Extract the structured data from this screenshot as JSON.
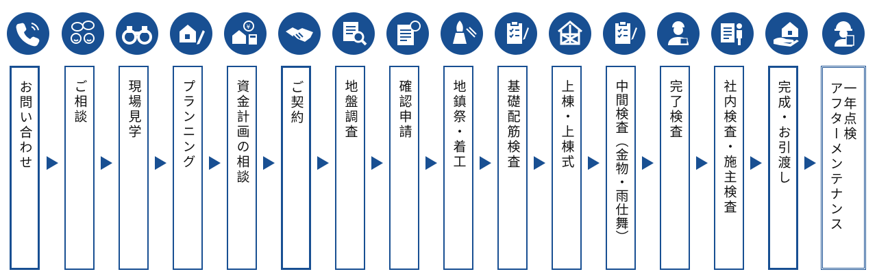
{
  "steps": [
    {
      "label": "お問い合わせ",
      "icon": "phone-icon",
      "border": "bold"
    },
    {
      "label": "ご相談",
      "icon": "chat-faces-icon",
      "border": "normal"
    },
    {
      "label": "現場見学",
      "icon": "binoculars-icon",
      "border": "normal"
    },
    {
      "label": "プランニング",
      "icon": "house-plan-pencil-icon",
      "border": "normal"
    },
    {
      "label": "資金計画の相談",
      "icon": "house-money-calculator-icon",
      "border": "normal"
    },
    {
      "label": "ご契約",
      "icon": "handshake-icon",
      "border": "bold"
    },
    {
      "label": "地盤調査",
      "icon": "document-magnifier-icon",
      "border": "normal"
    },
    {
      "label": "確認申請",
      "icon": "document-stamp-icon",
      "border": "normal"
    },
    {
      "label": "地鎮祭・着工",
      "icon": "ground-breaking-icon",
      "border": "normal"
    },
    {
      "label": "基礎配筋検査",
      "icon": "clipboard-check-icon",
      "border": "normal"
    },
    {
      "label": "上棟・上棟式",
      "icon": "house-frame-icon",
      "border": "normal"
    },
    {
      "label": "中間検査（金物・雨仕舞）",
      "icon": "clipboard-check-icon",
      "border": "normal"
    },
    {
      "label": "完了検査",
      "icon": "inspector-icon",
      "border": "normal"
    },
    {
      "label": "社内検査・施主検査",
      "icon": "document-person-icon",
      "border": "normal"
    },
    {
      "label": "完成・お引渡し",
      "icon": "house-handover-icon",
      "border": "bold"
    }
  ],
  "last_step": {
    "line1": "一年点検",
    "line2": "アフターメンテナンス",
    "icon": "maintenance-worker-icon",
    "border": "double"
  },
  "colors": {
    "accent": "#184f92",
    "text": "#111111"
  }
}
